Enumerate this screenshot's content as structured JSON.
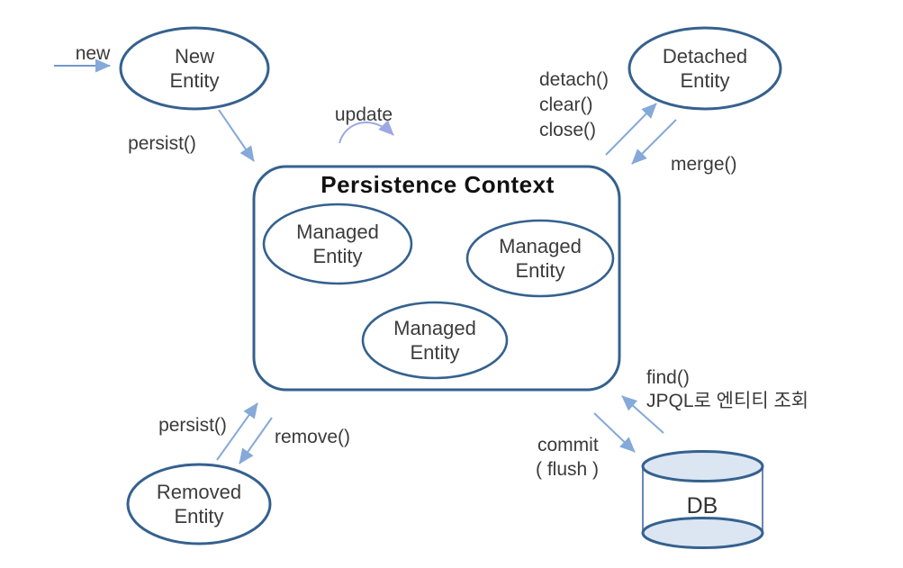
{
  "diagram": {
    "title": "Persistence Context",
    "states": {
      "new": {
        "line1": "New",
        "line2": "Entity"
      },
      "detached": {
        "line1": "Detached",
        "line2": "Entity"
      },
      "removed": {
        "line1": "Removed",
        "line2": "Entity"
      },
      "managed": {
        "line1": "Managed",
        "line2": "Entity"
      }
    },
    "labels": {
      "new": "new",
      "persist_top": "persist()",
      "update": "update",
      "detach": "detach()",
      "clear": "clear()",
      "close": "close()",
      "merge": "merge()",
      "persist_bottom": "persist()",
      "remove": "remove()",
      "find": "find()",
      "jpql_note": "JPQL로 엔티티 조회",
      "commit": "commit",
      "flush": "( flush )"
    },
    "database": {
      "label": "DB"
    },
    "colors": {
      "shape_border": "#35618f",
      "arrow": "#85a9d8",
      "update_arrow": "#9da8e3",
      "db_fill": "#dce6f2",
      "text": "#3a3a3a",
      "title_text": "#111111",
      "background": "#ffffff"
    }
  }
}
